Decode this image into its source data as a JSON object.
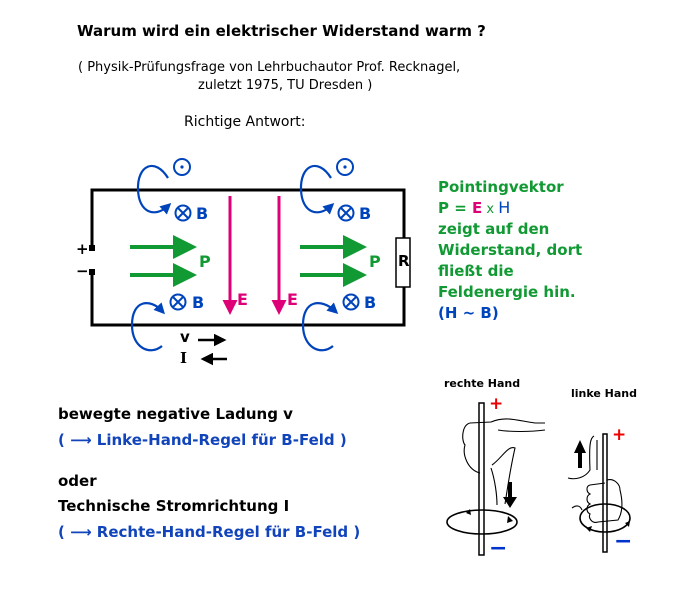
{
  "title": "Warum wird ein elektrischer Widerstand warm ?",
  "subtitle_line1": "( Physik-Prüfungsfrage von Lehrbuchautor Prof. Recknagel,",
  "subtitle_line2": "zuletzt 1975, TU Dresden )",
  "answer_heading": "Richtige Antwort:",
  "diagram": {
    "plus": "+",
    "minus": "−",
    "resistor": "R",
    "b_label": "B",
    "p_label": "P",
    "e_label": "E",
    "v_label": "v",
    "i_label": "I",
    "colors": {
      "circuit": "#000000",
      "b_field": "#0044bb",
      "poynting": "#119933",
      "e_field": "#dd0077"
    }
  },
  "explanation": {
    "line1": "Pointingvektor",
    "formula_p": "P = ",
    "formula_e": "E",
    "formula_x": " x ",
    "formula_h": "H",
    "line3": "zeigt auf den",
    "line4": "Widerstand, dort",
    "line5": "fließt die",
    "line6": "Feldenergie hin.",
    "line7": "(H ~ B)"
  },
  "rules": {
    "line1": "bewegte negative Ladung v",
    "line2": "( ⟶ Linke-Hand-Regel für B-Feld )",
    "line3": "oder",
    "line4": "Technische Stromrichtung I",
    "line5": "( ⟶ Rechte-Hand-Regel für B-Feld )"
  },
  "hands": {
    "right_label": "rechte Hand",
    "left_label": "linke Hand",
    "plus": "+",
    "minus": "−",
    "plus_color": "#ee0000",
    "minus_color": "#0033cc"
  }
}
